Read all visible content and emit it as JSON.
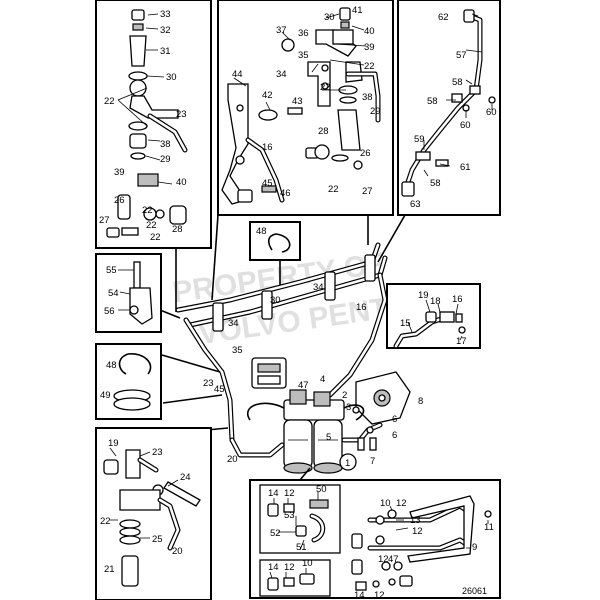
{
  "figure_id": "26061",
  "watermark": {
    "line1": "PROPERTY OF",
    "line2": "VOLVO PENTA"
  },
  "callout_marker": "1",
  "labels": {
    "b1_33": "33",
    "b1_32": "32",
    "b1_31": "31",
    "b1_30": "30",
    "b1_22": "22",
    "b1_23": "23",
    "b1_38": "38",
    "b1_29": "29",
    "b1_39": "39",
    "b1_26": "26",
    "b1_40": "40",
    "b1_22b": "22",
    "b1_27": "27",
    "b1_22c": "22",
    "b1_28": "28",
    "b1_22d": "22",
    "b2_41": "41",
    "b2_30": "30",
    "b2_40": "40",
    "b2_37": "37",
    "b2_36": "36",
    "b2_39": "39",
    "b2_35": "35",
    "b2_22": "22",
    "b2_34": "34",
    "b2_44": "44",
    "b2_42": "42",
    "b2_43": "43",
    "b2_22b": "22",
    "b2_38": "38",
    "b2_29": "29",
    "b2_28": "28",
    "b2_16": "16",
    "b2_26": "26",
    "b2_22c": "22",
    "b2_27": "27",
    "b2_45": "45",
    "b2_46": "46",
    "b3_62": "62",
    "b3_57": "57",
    "b3_58": "58",
    "b3_58b": "58",
    "b3_60": "60",
    "b3_60b": "60",
    "b3_59": "59",
    "b3_61": "61",
    "b3_58c": "58",
    "b3_63": "63",
    "b4_48": "48",
    "b5_55": "55",
    "b5_54": "54",
    "b5_56": "56",
    "b6_19": "19",
    "b6_18": "18",
    "b6_16": "16",
    "b6_15": "15",
    "b6_17": "17",
    "b7_48": "48",
    "b7_49": "49",
    "b8_19": "19",
    "b8_23": "23",
    "b8_24": "24",
    "b8_22": "22",
    "b8_25": "25",
    "b8_20": "20",
    "b8_21": "21",
    "b9_14": "14",
    "b9_12": "12",
    "b9_50": "50",
    "b9_53": "53",
    "b9_52": "52",
    "b9_51": "51",
    "b9_14b": "14",
    "b9_12b": "12",
    "b9_10": "10",
    "b9_12c": "12",
    "b9_13": "13",
    "b9_11": "11",
    "b9_9": "9",
    "b9_12d": "12",
    "b9_12e": "12",
    "b9_47": "47",
    "b9_14c": "14",
    "b9_12f": "12",
    "b9_10b": "10",
    "c_34a": "34",
    "c_34b": "34",
    "c_30": "30",
    "c_16": "16",
    "c_35": "35",
    "c_23": "23",
    "c_45": "45",
    "c_47": "47",
    "c_4": "4",
    "c_2": "2",
    "c_3": "3",
    "c_8": "8",
    "c_6": "6",
    "c_6b": "6",
    "c_5": "5",
    "c_7": "7",
    "c_20": "20"
  }
}
